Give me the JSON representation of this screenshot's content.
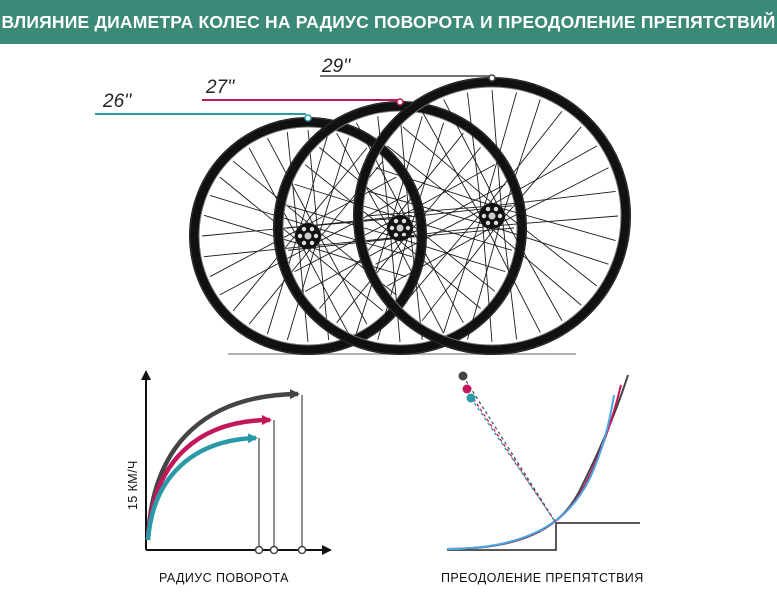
{
  "title": "ВЛИЯНИЕ ДИАМЕТРА КОЛЕС НА РАДИУС ПОВОРОТА И ПРЕОДОЛЕНИЕ ПРЕПЯТСТВИЙ",
  "colors": {
    "banner": "#3b8a78",
    "size_29": "#444444",
    "size_27": "#c2185b",
    "size_26": "#2a9aa8"
  },
  "wheels": [
    {
      "label": "26''",
      "color": "#2a9aa8"
    },
    {
      "label": "27''",
      "color": "#c2185b"
    },
    {
      "label": "29''",
      "color": "#444444"
    }
  ],
  "turn_chart": {
    "ylabel": "15 КМ/Ч",
    "xlabel": "РАДИУС ПОВОРОТА"
  },
  "obstacle_chart": {
    "xlabel": "ПРЕОДОЛЕНИЕ ПРЕПЯТСТВИЯ"
  }
}
